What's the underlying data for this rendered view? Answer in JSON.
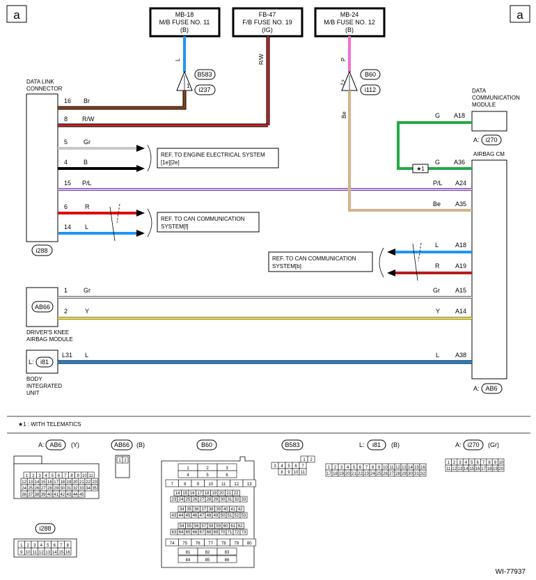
{
  "page_label": "a",
  "fuses": [
    {
      "id": "MB-18",
      "name": "M/B FUSE NO. 11",
      "power": "(B)",
      "color": "#2196f3",
      "wire_label": "L"
    },
    {
      "id": "FB-47",
      "name": "F/B FUSE NO. 19",
      "power": "(IG)",
      "color": "#b71c1c",
      "wire_label": "R/W"
    },
    {
      "id": "MB-24",
      "name": "M/B FUSE NO. 12",
      "power": "(B)",
      "color": "#f06fd4",
      "wire_label": "P"
    }
  ],
  "joints": [
    {
      "pin": "1",
      "top": "B583",
      "bottom": "i237"
    },
    {
      "pin": "12",
      "top": "B60",
      "bottom": "i112"
    }
  ],
  "components": {
    "dlc": {
      "label_line1": "DATA LINK",
      "label_line2": "CONNECTOR",
      "connector": "i288"
    },
    "dcm": {
      "label_line1": "DATA",
      "label_line2": "COMMUNICATION",
      "label_line3": "MODULE",
      "connector": "i270",
      "prefix": "A:"
    },
    "airbag": {
      "label": "AIRBAG CM",
      "connector": "AB6",
      "prefix": "A:"
    },
    "knee": {
      "label_line1": "DRIVER'S KNEE",
      "label_line2": "AIRBAG MODULE",
      "connector": "AB66"
    },
    "biu": {
      "label_line1": "BODY",
      "label_line2": "INTEGRATED",
      "label_line3": "UNIT",
      "connector": "i81",
      "prefix": "L:"
    }
  },
  "wires": [
    {
      "pin": "16",
      "color_code": "Br",
      "color": "#8b4513"
    },
    {
      "pin": "8",
      "color_code": "R/W",
      "color": "#c62828"
    },
    {
      "pin": "5",
      "color_code": "Gr",
      "color": "#c8c8c8"
    },
    {
      "pin": "4",
      "color_code": "B",
      "color": "#000000"
    },
    {
      "pin": "15",
      "color_code": "P/L",
      "color": "#c9a0e6",
      "right_code": "P/L",
      "right_pin": "A24"
    },
    {
      "pin": "6",
      "color_code": "R",
      "color": "#e00000"
    },
    {
      "pin": "14",
      "color_code": "L",
      "color": "#2196f3"
    },
    {
      "color_code": "Be",
      "color": "#d2b48c",
      "right_code": "Be",
      "right_pin": "A35"
    },
    {
      "color_code": "G",
      "color": "#22aa44",
      "dcm_pin": "A18",
      "cm_pin": "A36"
    },
    {
      "right_code": "L",
      "right_pin": "A18",
      "color": "#2196f3"
    },
    {
      "right_code": "R",
      "right_pin": "A19",
      "color": "#b71c1c"
    },
    {
      "pin": "1",
      "color_code": "Gr",
      "color": "#c8c8c8",
      "right_code": "Gr",
      "right_pin": "A15"
    },
    {
      "pin": "2",
      "color_code": "Y",
      "color": "#ffee00",
      "right_code": "Y",
      "right_pin": "A14"
    },
    {
      "pin": "L31",
      "color_code": "L",
      "color": "#2196f3",
      "right_code": "L",
      "right_pin": "A38"
    }
  ],
  "refs": {
    "engine_line1": "REF. TO ENGINE ELECTRICAL SYSTEM",
    "engine_line2": "[1e][2e]",
    "can_left_line1": "REF. TO CAN COMMUNICATION",
    "can_left_line2": "SYSTEM[f]",
    "can_right_line1": "REF. TO CAN COMMUNICATION",
    "can_right_line2": "SYSTEM[b]"
  },
  "telematics_star": "★1",
  "telematics_note": "★1  : WITH TELEMATICS",
  "connector_views": {
    "ab6": {
      "prefix": "A:",
      "code": "AB6",
      "color": "(Y)",
      "rows": [
        [
          "1",
          "2",
          "3",
          "4",
          "5",
          "6",
          "7",
          "8",
          "9",
          "10",
          "11"
        ],
        [
          "12",
          "13",
          "14",
          "15",
          "16",
          "17",
          "18",
          "19",
          "20",
          "21",
          "22",
          "23"
        ],
        [
          "24",
          "25",
          "26",
          "27",
          "28",
          "29",
          "30",
          "31",
          "32",
          "33",
          "34",
          "35"
        ],
        [
          "36",
          "37",
          "38",
          "39",
          "40",
          "41",
          "42",
          "43",
          "44",
          "45"
        ]
      ]
    },
    "ab66": {
      "code": "AB66",
      "color": "(B)",
      "pins": [
        "1",
        "2"
      ]
    },
    "b60": {
      "code": "B60",
      "rows": [
        [
          "1",
          "2",
          "3"
        ],
        [
          "4",
          "5",
          "6"
        ],
        [
          "7",
          "8",
          "9",
          "10",
          "11",
          "12",
          "13"
        ],
        [
          "14",
          "15",
          "16",
          "17",
          "18",
          "19",
          "20",
          "21",
          "22"
        ],
        [
          "23",
          "24",
          "25",
          "26",
          "27",
          "28",
          "29",
          "30",
          "31",
          "32",
          "33"
        ],
        [
          "34",
          "35",
          "36",
          "37",
          "38",
          "39",
          "40",
          "41",
          "42"
        ],
        [
          "43",
          "44",
          "45",
          "46",
          "47",
          "48",
          "49",
          "50",
          "51",
          "52",
          "53"
        ],
        [
          "54",
          "55",
          "56",
          "57",
          "58",
          "59",
          "60",
          "61",
          "62"
        ],
        [
          "63",
          "64",
          "65",
          "66",
          "67",
          "68",
          "69",
          "70",
          "71",
          "72",
          "73"
        ],
        [
          "74",
          "75",
          "76",
          "77",
          "78",
          "79",
          "80"
        ],
        [
          "81",
          "82",
          "83"
        ],
        [
          "84",
          "85",
          "86"
        ]
      ]
    },
    "b583": {
      "code": "B583",
      "rows": [
        [
          "1",
          "2"
        ],
        [
          "3",
          "4",
          "5",
          "6",
          "7"
        ],
        [
          "8",
          "9",
          "10",
          "11"
        ]
      ]
    },
    "i81": {
      "prefix": "L:",
      "code": "i81",
      "color": "(B)",
      "rows": [
        [
          "1",
          "2",
          "3",
          "4",
          "5",
          "6",
          "7",
          "8",
          "9",
          "10",
          "11",
          "12",
          "13",
          "14",
          "15",
          "16"
        ],
        [
          "17",
          "18",
          "19",
          "20",
          "21",
          "22",
          "23",
          "24",
          "25",
          "26",
          "27",
          "28",
          "29",
          "30",
          "31",
          "32"
        ]
      ]
    },
    "i270": {
      "prefix": "A:",
      "code": "i270",
      "color": "(Gr)",
      "rows": [
        [
          "1",
          "2",
          "3",
          "4",
          "5",
          "6",
          "7",
          "8",
          "9",
          "10"
        ],
        [
          "11",
          "12",
          "13",
          "14",
          "15",
          "16",
          "17",
          "18",
          "19",
          "20"
        ]
      ]
    },
    "i288": {
      "code": "i288",
      "rows": [
        [
          "1",
          "2",
          "3",
          "4",
          "5",
          "6",
          "7",
          "8"
        ],
        [
          "9",
          "10",
          "11",
          "12",
          "13",
          "14",
          "15",
          "16"
        ]
      ]
    }
  },
  "figure_id": "WI-77937"
}
